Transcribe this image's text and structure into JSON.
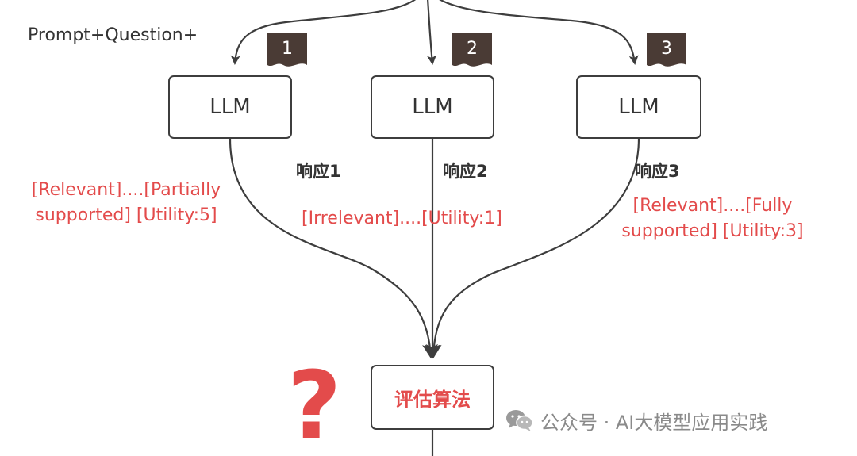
{
  "input_label": "Prompt+Question+",
  "branches": [
    {
      "badge": "1",
      "box_label": "LLM",
      "response_label": "响应1",
      "tag_lines": [
        "[Relevant]....[Partially",
        "supported] [Utility:5]"
      ]
    },
    {
      "badge": "2",
      "box_label": "LLM",
      "response_label": "响应2",
      "tag_lines": [
        "[Irrelevant]....[Utility:1]"
      ]
    },
    {
      "badge": "3",
      "box_label": "LLM",
      "response_label": "响应3",
      "tag_lines": [
        "[Relevant]....[Fully",
        "supported] [Utility:3]"
      ]
    }
  ],
  "evaluator_label": "评估算法",
  "question_mark": "?",
  "watermark_text": "公众号 · AI大模型应用实践",
  "colors": {
    "line": "#3d3d3d",
    "accent_red": "#e34b4b",
    "badge_fill": "#4a3b35",
    "text": "#333333",
    "watermark": "#8a8a8a"
  },
  "icons": {
    "badge_shape": "flag-tab-icon",
    "watermark_logo": "wechat-icon"
  }
}
